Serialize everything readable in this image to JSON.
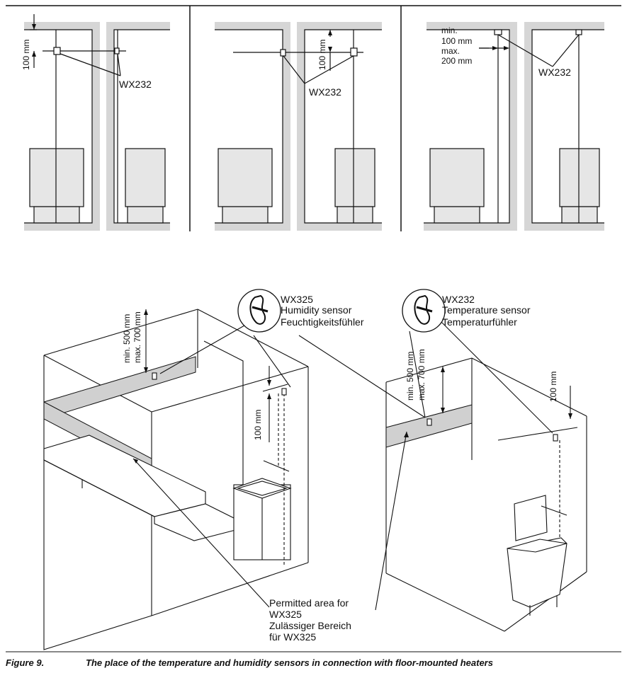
{
  "top_panels": {
    "left": {
      "dimension_label": "100 mm",
      "sensor_label": "WX232"
    },
    "middle": {
      "dimension_label": "100 mm",
      "sensor_label": "WX232"
    },
    "right": {
      "dimension_lines": [
        "min.",
        "100 mm",
        "max.",
        "200 mm"
      ],
      "sensor_label": "WX232"
    }
  },
  "bottom_left": {
    "sensor_lines": [
      "WX325",
      "Humidity sensor",
      "Feuchtigkeitsfühler"
    ],
    "height_dimension_lines": [
      "min. 500 mm",
      "max. 700 mm"
    ],
    "offset_dimension_label": "100 mm",
    "permitted_area_lines": [
      "Permitted area for",
      "WX325",
      "Zulässiger Bereich",
      "für WX325"
    ]
  },
  "bottom_right": {
    "sensor_lines": [
      "WX232",
      "Temperature sensor",
      "Temperaturfühler"
    ],
    "height_dimension_lines": [
      "min. 500 mm",
      "max. 700 mm"
    ],
    "offset_dimension_label": "100 mm"
  },
  "caption": {
    "figure_label": "Figure 9.",
    "text": "The place of the temperature and humidity sensors in connection with floor-mounted heaters"
  }
}
